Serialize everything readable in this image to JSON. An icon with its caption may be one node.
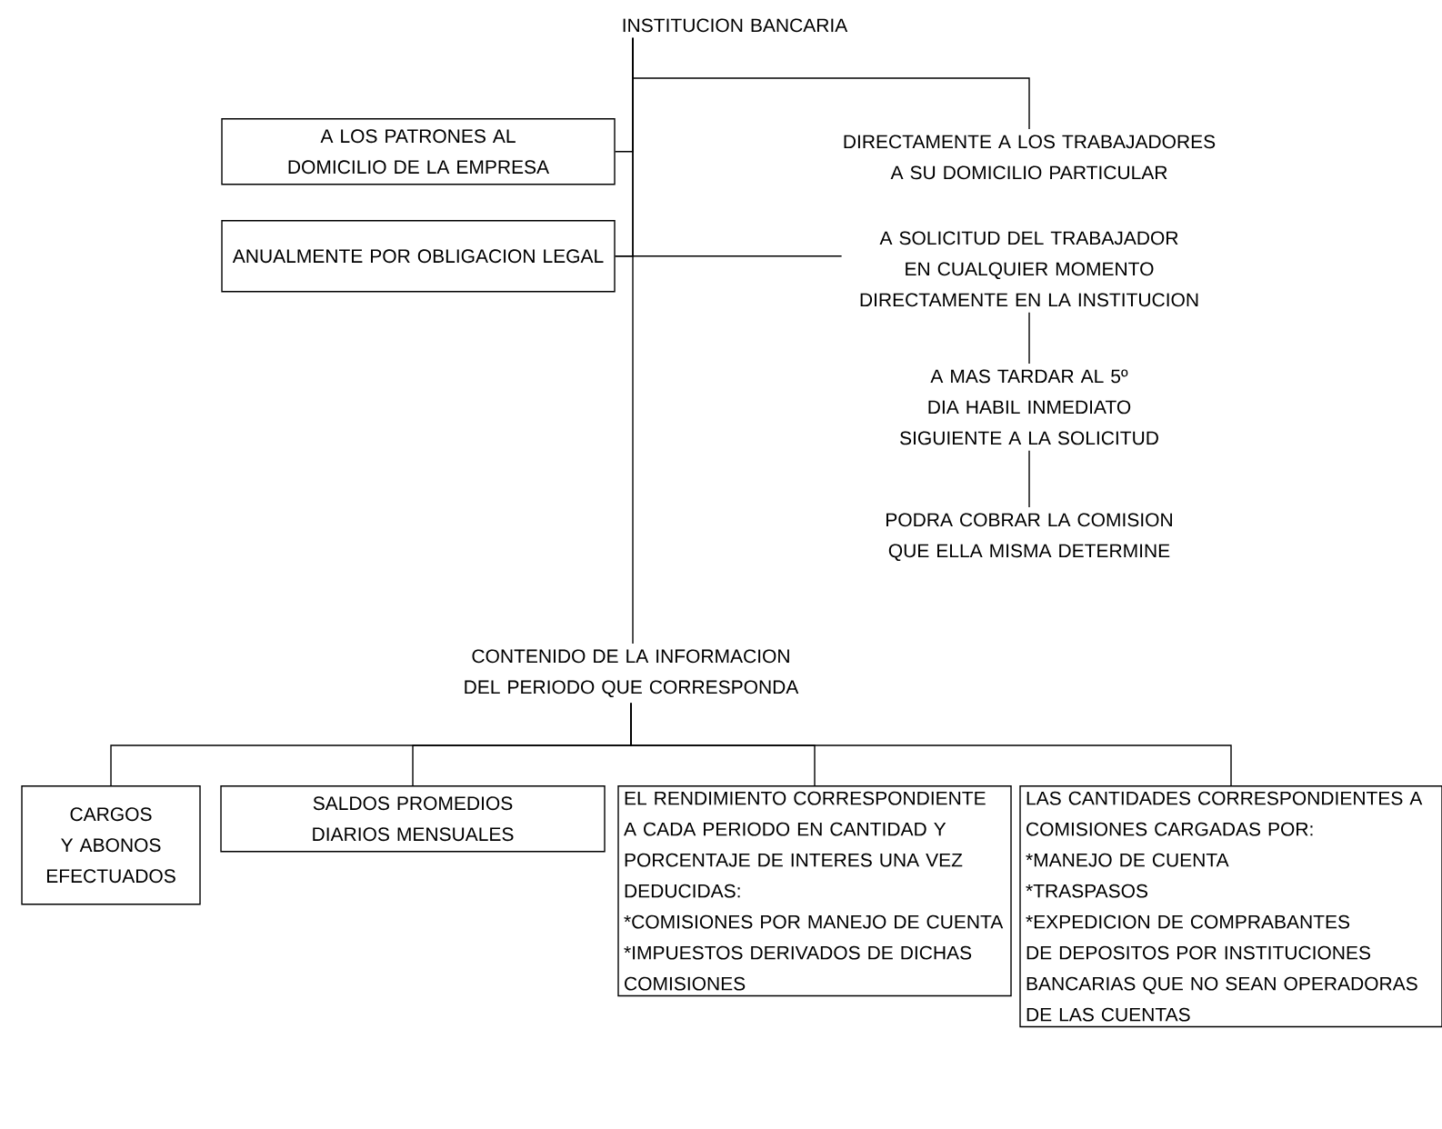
{
  "diagram": {
    "nodes": [
      {
        "text": [
          "INSTITUCION BANCARIA"
        ]
      },
      {
        "text": [
          "A LOS PATRONES AL DOMICILIO DE LA EMPRESA"
        ]
      },
      {
        "text": [
          "DIRECTAMENTE A LOS TRABAJADORES A SU DOMICILIO PARTICULAR"
        ]
      },
      {
        "text": [
          "ANUALMENTE POR OBLIGACION LEGAL"
        ]
      },
      {
        "text": [
          "A SOLICITUD DEL TRABAJADOR EN CUALQUIER MOMENTO DIRECTAMENTE EN LA INSTITUCION"
        ]
      },
      {
        "text": [
          "A MAS TARDAR AL 5º DIA HABIL INMEDIATO SIGUIENTE A LA SOLICITUD"
        ]
      },
      {
        "text": [
          "PODRA COBRAR LA COMISION QUE ELLA MISMA DETERMINE"
        ]
      },
      {
        "text": [
          "CONTENIDO DE LA INFORMACION DEL PERIODO QUE CORRESPONDA"
        ]
      },
      {
        "text": [
          "CARGOS Y ABONOS EFECTUADOS"
        ]
      },
      {
        "text": [
          "SALDOS PROMEDIOS DIARIOS MENSUALES"
        ]
      },
      {
        "text": [
          "EL RENDIMIENTO CORRESPONDIENTE A CADA PERIODO EN CANTIDAD Y PORCENTAJE DE INTERES UNA VEZ DEDUCIDAS:",
          "*COMISIONES POR MANEJO DE CUENTA",
          "*IMPUESTOS DERIVADOS DE DICHAS COMISIONES"
        ]
      },
      {
        "text": [
          "LAS CANTIDADES CORRESPONDIENTES A COMISIONES CARGADAS POR:",
          "*MANEJO DE CUENTA",
          "*TRASPASOS",
          "*EXPEDICION DE COMPRABANTES DE DEPOSITOS POR INSTITUCIONES BANCARIAS QUE NO SEAN OPERADORAS DE LAS CUENTAS"
        ]
      }
    ],
    "edges": [
      {
        "from": 0,
        "to": 1,
        "arrow": "none"
      },
      {
        "from": 0,
        "to": 2,
        "arrow": "none"
      },
      {
        "from": 0,
        "to": 3,
        "arrow": "none"
      },
      {
        "from": 3,
        "to": 4,
        "arrow": "none"
      },
      {
        "from": 4,
        "to": 5,
        "arrow": "none"
      },
      {
        "from": 5,
        "to": 6,
        "arrow": "none"
      },
      {
        "from": 0,
        "to": 7,
        "arrow": "none"
      },
      {
        "from": 7,
        "to": 8,
        "arrow": "none"
      },
      {
        "from": 7,
        "to": 9,
        "arrow": "none"
      },
      {
        "from": 7,
        "to": 10,
        "arrow": "none"
      },
      {
        "from": 7,
        "to": 11,
        "arrow": "none"
      }
    ]
  }
}
